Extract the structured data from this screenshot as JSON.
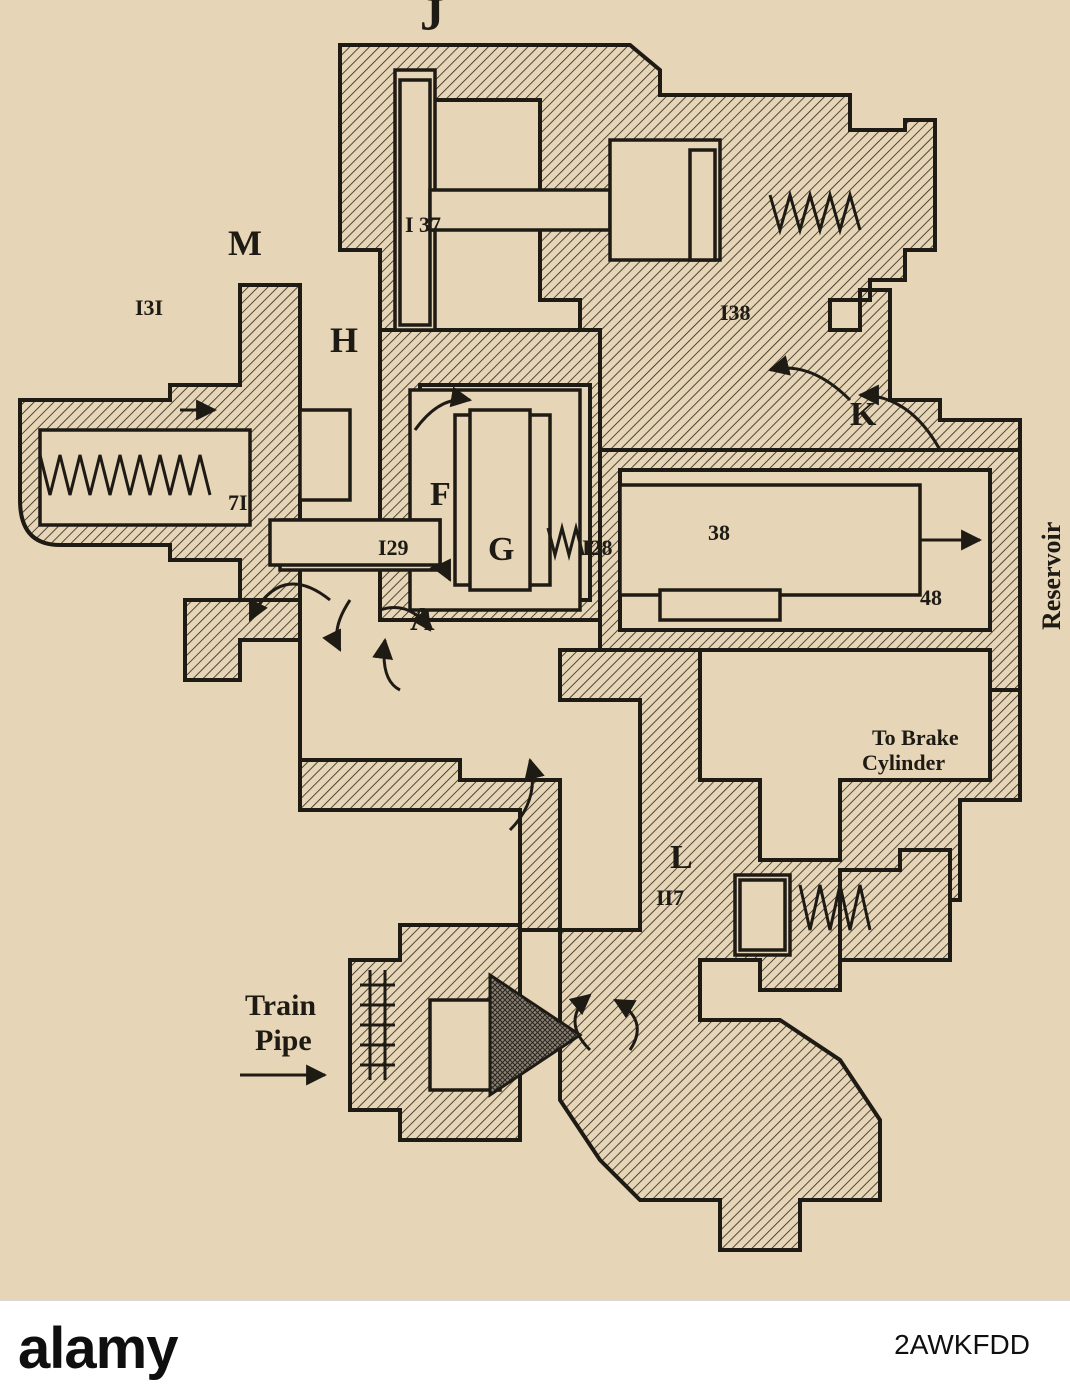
{
  "labels": {
    "J": "J",
    "M": "M",
    "H": "H",
    "n137": "I 37",
    "n131": "I3I",
    "n138": "I38",
    "K": "K",
    "F": "F",
    "n71": "7I",
    "n129": "I29",
    "G": "G",
    "n128": "I28",
    "n38": "38",
    "n48": "48",
    "A": "A",
    "reservoir": "Reservoir",
    "brake_line1": "To Brake",
    "brake_line2": "Cylinder",
    "L": "L",
    "n117": "II7",
    "train_line1": "Train",
    "train_line2": "Pipe"
  },
  "footer": {
    "brand": "alamy",
    "image_id": "2AWKFDD"
  },
  "colors": {
    "paper": "#e6d5b6",
    "ink": "#1e1a14"
  }
}
